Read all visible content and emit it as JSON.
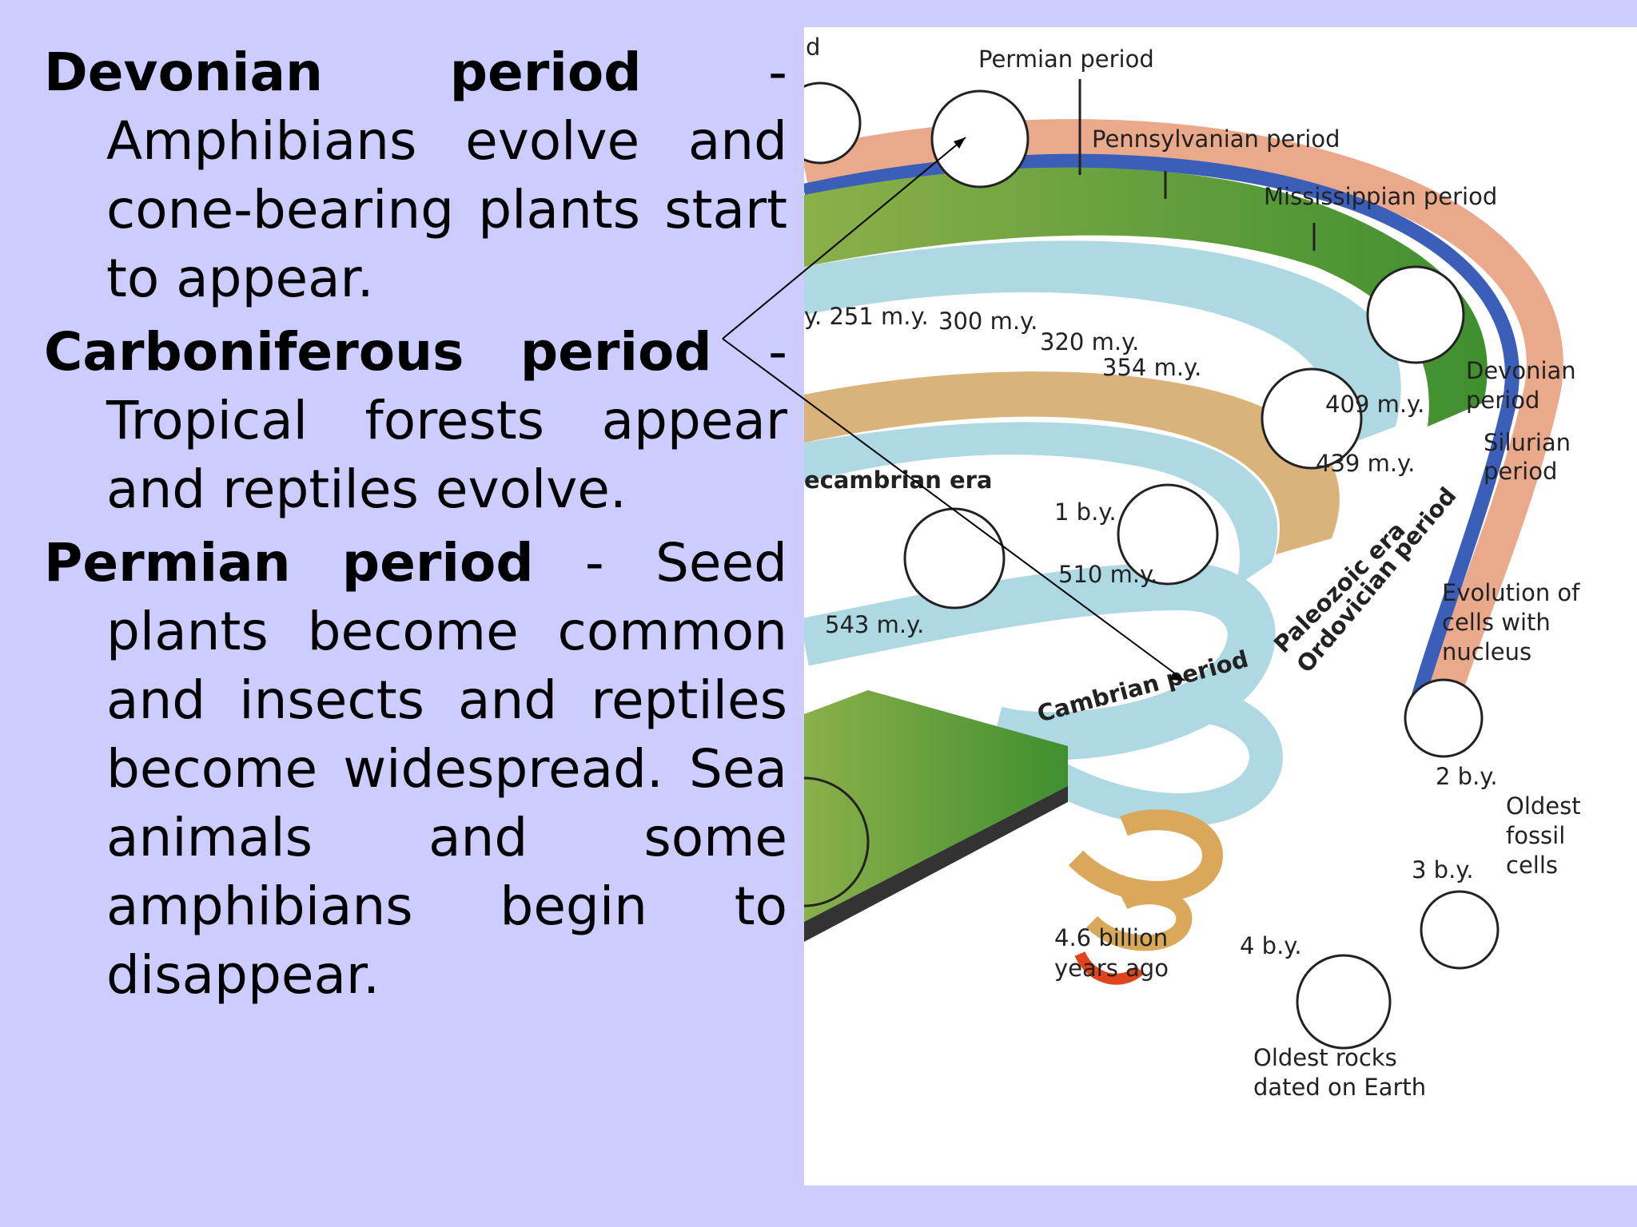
{
  "paragraphs": [
    {
      "head_words": [
        "Devonian",
        "period",
        "-"
      ],
      "body": "Amphibians evolve and cone-bearing plants start to appear."
    },
    {
      "head_words": [
        "Carboniferous",
        "period",
        "-"
      ],
      "body": "Tropical forests appear and reptiles evolve."
    },
    {
      "head_words": [
        "Permian",
        "period",
        "-",
        "Seed"
      ],
      "body": "plants become common and insects and reptiles become widespread.  Sea animals and some amphibians begin to disappear."
    }
  ],
  "figure": {
    "labels": {
      "permian": "Permian period",
      "pennsylvanian": "Pennsylvanian period",
      "mississippian": "Mississippian period",
      "devonian_1": "Devonian",
      "devonian_2": "period",
      "silurian_1": "Silurian",
      "silurian_2": "period",
      "precambrian": "ecambrian era",
      "paleozoic": "Paleozoic era",
      "ordovician": "Ordovician period",
      "cambrian": "Cambrian period",
      "evolution_1": "Evolution of",
      "evolution_2": "cells with",
      "evolution_3": "nucleus",
      "oldest_fossil_1": "Oldest",
      "oldest_fossil_2": "fossil",
      "oldest_fossil_3": "cells",
      "oldest_rocks_1": "Oldest rocks",
      "oldest_rocks_2": "dated on Earth",
      "billion_1": "4.6 billion",
      "billion_2": "years ago",
      "d_partial": "d"
    },
    "times": {
      "t251": "y. 251 m.y.",
      "t300": "300 m.y.",
      "t320": "320 m.y.",
      "t354": "354 m.y.",
      "t409": "409 m.y.",
      "t439": "439 m.y.",
      "t1by": "1 b.y.",
      "t510": "510 m.y.",
      "t543": "543 m.y.",
      "t2by": "2 b.y.",
      "t3by": "3 b.y.",
      "t4by": "4 b.y."
    }
  }
}
